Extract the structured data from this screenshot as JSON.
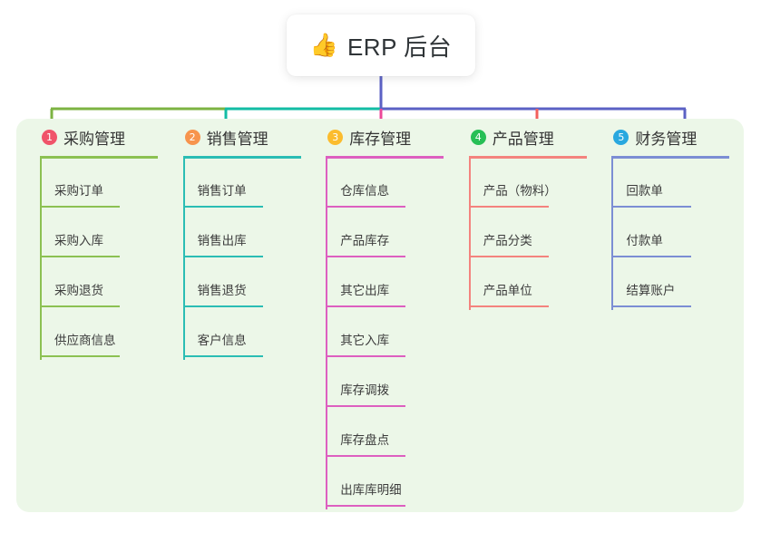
{
  "root": {
    "icon": "thumbs-up-icon",
    "emoji": "👍",
    "title": "ERP 后台"
  },
  "palette": {
    "panel_bg": "#ecf7e8",
    "page_bg": "#ffffff",
    "stem_blue": "#5b61c4",
    "text": "#3a3a3a"
  },
  "connectors": {
    "bar_segments": [
      {
        "name": "green-segment",
        "color": "#7cb342"
      },
      {
        "name": "teal-segment",
        "color": "#12bca4"
      },
      {
        "name": "indigo-segment",
        "color": "#5b61c4"
      }
    ],
    "drops": [
      {
        "name": "drop-1",
        "color": "#7cb342"
      },
      {
        "name": "drop-2",
        "color": "#12bca4"
      },
      {
        "name": "drop-3",
        "color": "#ec4899"
      },
      {
        "name": "drop-4",
        "color": "#f2605c"
      },
      {
        "name": "drop-5",
        "color": "#5b61c4"
      }
    ]
  },
  "columns": [
    {
      "number": "1",
      "title": "采购管理",
      "badge_color": "#f0546a",
      "line_color": "#8cc152",
      "items": [
        {
          "label": "采购订单"
        },
        {
          "label": "采购入库"
        },
        {
          "label": "采购退货"
        },
        {
          "label": "供应商信息"
        }
      ]
    },
    {
      "number": "2",
      "title": "销售管理",
      "badge_color": "#f7944d",
      "line_color": "#2bbdb4",
      "items": [
        {
          "label": "销售订单"
        },
        {
          "label": "销售出库"
        },
        {
          "label": "销售退货"
        },
        {
          "label": "客户信息"
        }
      ]
    },
    {
      "number": "3",
      "title": "库存管理",
      "badge_color": "#fbbc2e",
      "line_color": "#dd5fc0",
      "items": [
        {
          "label": "仓库信息"
        },
        {
          "label": "产品库存"
        },
        {
          "label": "其它出库"
        },
        {
          "label": "其它入库"
        },
        {
          "label": "库存调拨"
        },
        {
          "label": "库存盘点"
        },
        {
          "label": "出库库明细"
        }
      ]
    },
    {
      "number": "4",
      "title": "产品管理",
      "badge_color": "#27bf56",
      "line_color": "#f4837e",
      "items": [
        {
          "label": "产品（物料）"
        },
        {
          "label": "产品分类"
        },
        {
          "label": "产品单位"
        }
      ]
    },
    {
      "number": "5",
      "title": "财务管理",
      "badge_color": "#29a8df",
      "line_color": "#7c8ed4",
      "items": [
        {
          "label": "回款单"
        },
        {
          "label": "付款单"
        },
        {
          "label": "结算账户"
        }
      ]
    }
  ]
}
